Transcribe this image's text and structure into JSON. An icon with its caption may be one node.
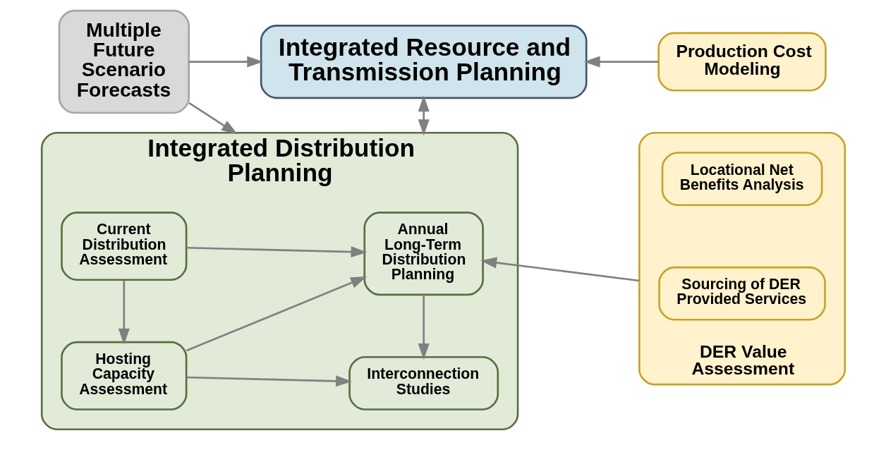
{
  "diagram": {
    "nodes": [
      {
        "text": [
          "Multiple Future Scenario Forecasts"
        ]
      },
      {
        "text": [
          "Integrated Resource and Transmission Planning"
        ]
      },
      {
        "text": [
          "Production Cost Modeling"
        ]
      },
      {
        "text": [
          "Integrated Distribution Planning"
        ]
      },
      {
        "text": [
          "Current Distribution Assessment"
        ],
        "in": 3
      },
      {
        "text": [
          "Annual Long-Term Distribution Planning"
        ],
        "in": 3
      },
      {
        "text": [
          "Hosting Capacity Assessment"
        ],
        "in": 3
      },
      {
        "text": [
          "Interconnection Studies"
        ],
        "in": 3
      },
      {
        "text": [
          "DER Value Assessment"
        ]
      },
      {
        "text": [
          "Locational Net Benefits Analysis"
        ],
        "in": 8
      },
      {
        "text": [
          "Sourcing of DER Provided Services"
        ],
        "in": 8
      }
    ],
    "edges": [
      {
        "from": 0,
        "to": 1,
        "arrow": "to"
      },
      {
        "from": 0,
        "to": 3,
        "arrow": "to"
      },
      {
        "from": 2,
        "to": 1,
        "arrow": "to"
      },
      {
        "from": 1,
        "to": 3,
        "arrow": "both"
      },
      {
        "from": 8,
        "to": 5,
        "arrow": "to"
      },
      {
        "from": 4,
        "to": 5,
        "arrow": "to"
      },
      {
        "from": 4,
        "to": 6,
        "arrow": "to"
      },
      {
        "from": 6,
        "to": 5,
        "arrow": "to"
      },
      {
        "from": 6,
        "to": 7,
        "arrow": "to"
      },
      {
        "from": 5,
        "to": 7,
        "arrow": "to"
      }
    ]
  }
}
